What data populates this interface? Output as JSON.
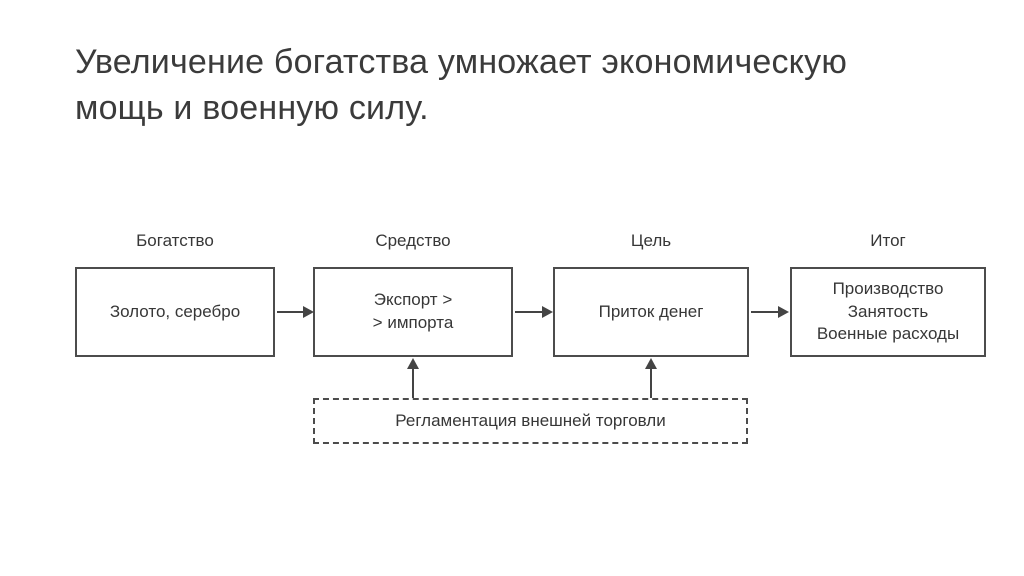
{
  "title": "Увеличение богатства умножает экономическую мощь и военную силу.",
  "diagram": {
    "columns": [
      {
        "label": "Богатство",
        "box": "Золото, серебро"
      },
      {
        "label": "Средство",
        "box": "Экспорт >\n> импорта"
      },
      {
        "label": "Цель",
        "box": "Приток денег"
      },
      {
        "label": "Итог",
        "box": "Производство\nЗанятость\nВоенные расходы"
      }
    ],
    "regulation_box": "Регламентация внешней торговли"
  },
  "colors": {
    "ink": "#3f3f3f",
    "background": "#ffffff"
  }
}
